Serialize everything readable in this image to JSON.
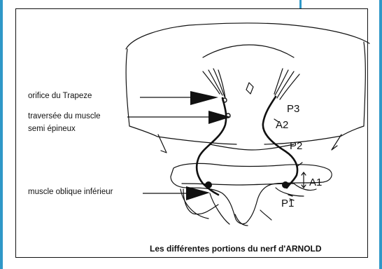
{
  "diagram": {
    "left_labels": {
      "trapeze": "orifice du Trapeze",
      "traversee_line1": "traversée du muscle",
      "traversee_line2": "semi épineux",
      "oblique": "muscle oblique inférieur"
    },
    "portions": {
      "p3": "P3",
      "a2": "A2",
      "p2": "P2",
      "a1": "A1",
      "p1": "P1"
    },
    "caption": "Les différentes portions du nerf d'ARNOLD"
  },
  "colors": {
    "frame_accent": "#2f98c8",
    "ink": "#111111"
  }
}
